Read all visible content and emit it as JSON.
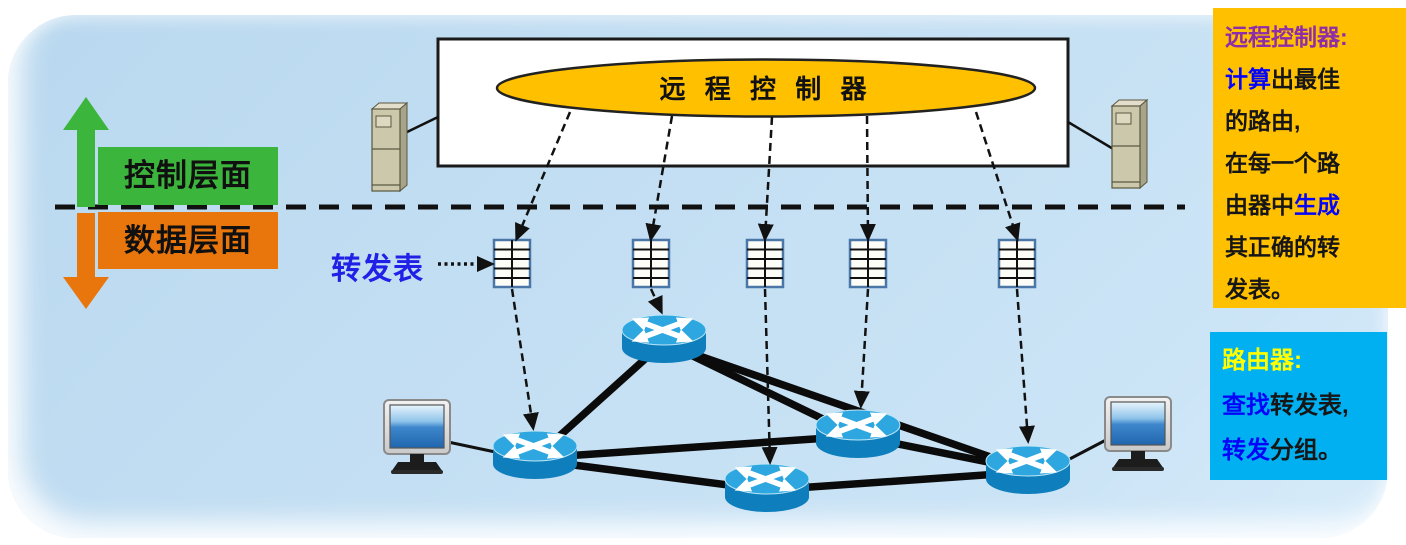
{
  "labels": {
    "controller_ellipse": "远 程 控 制 器",
    "control_plane": "控制层面",
    "data_plane": "数据层面",
    "forwarding_table": "转发表"
  },
  "notes": {
    "controller": {
      "l1s1": "远程控制器:",
      "l2s1": "计算",
      "l2s2": "出最佳",
      "l3s1": "的路由,",
      "l4s1": "在每一个路",
      "l5s1": "由器中",
      "l5s2": "生成",
      "l6s1": "其正确的转",
      "l7s1": "发表。"
    },
    "router": {
      "l1s1": "路由器:",
      "l2s1": "查找",
      "l2s2": "转发表,",
      "l3s1": "转发",
      "l3s2": "分组。"
    }
  },
  "topology": {
    "servers": 2,
    "forwarding_tables": 5,
    "routers": 5,
    "host_monitors": 2,
    "router_links": 7
  },
  "colors": {
    "panel_blue": "#c4dff3",
    "note_gold": "#ffc000",
    "note_cyan": "#00b0f0",
    "controller_ellipse_fill": "#ffc000",
    "plane_green": "#3cb53c",
    "plane_orange": "#e8760d",
    "highlight_blue_text": "#0504fa",
    "note_title_purple": "#8e2da8",
    "note_title_yellow": "#ffff00",
    "forwarding_label_blue": "#2120e6",
    "router_top_blue": "#2ea7e0",
    "router_body_blue": "#0e7fbc",
    "line_black": "#111111"
  },
  "icons": [
    "server-tower-icon",
    "forwarding-table-icon",
    "router-icon",
    "host-monitor-icon",
    "control-plane-up-arrow-icon",
    "data-plane-down-arrow-icon"
  ]
}
